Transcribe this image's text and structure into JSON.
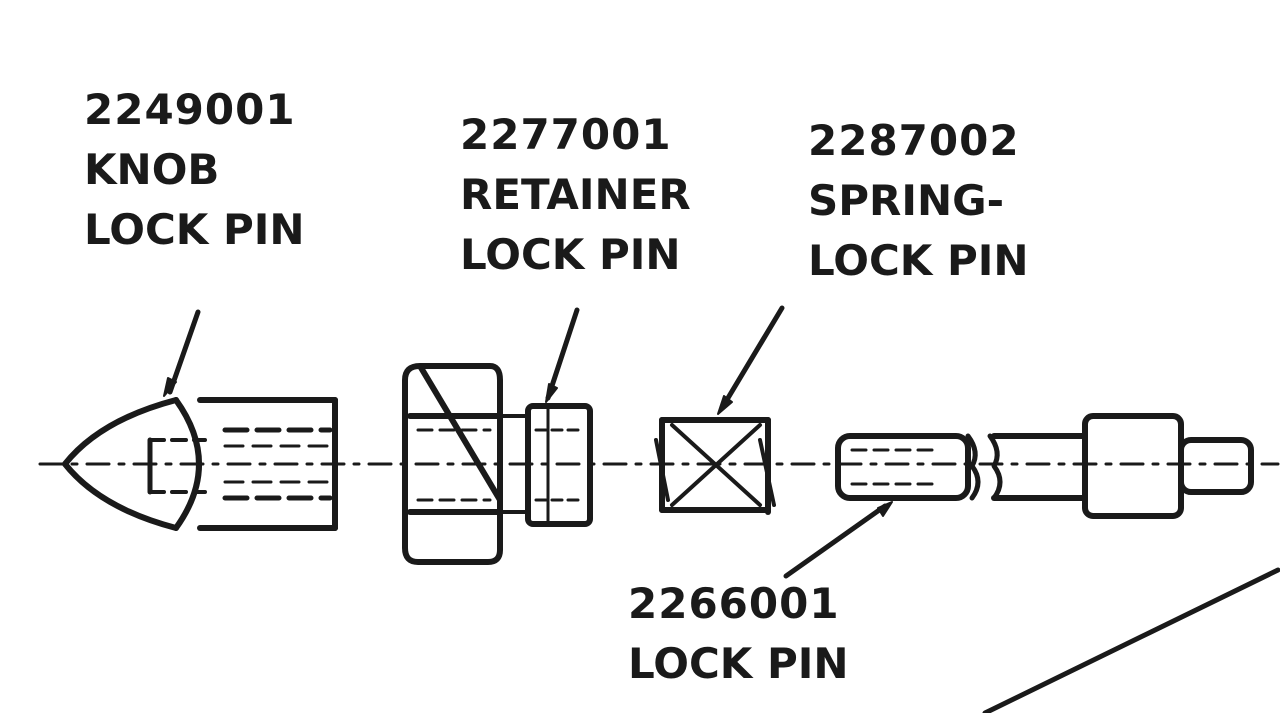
{
  "parts": [
    {
      "id": "knob",
      "number": "2249001",
      "lines": [
        "KNOB",
        "LOCK PIN"
      ]
    },
    {
      "id": "retainer",
      "number": "2277001",
      "lines": [
        "RETAINER",
        "LOCK PIN"
      ]
    },
    {
      "id": "spring",
      "number": "2287002",
      "lines": [
        "SPRING-",
        "LOCK PIN"
      ]
    },
    {
      "id": "lockpin",
      "number": "2266001",
      "lines": [
        "LOCK PIN"
      ]
    }
  ]
}
